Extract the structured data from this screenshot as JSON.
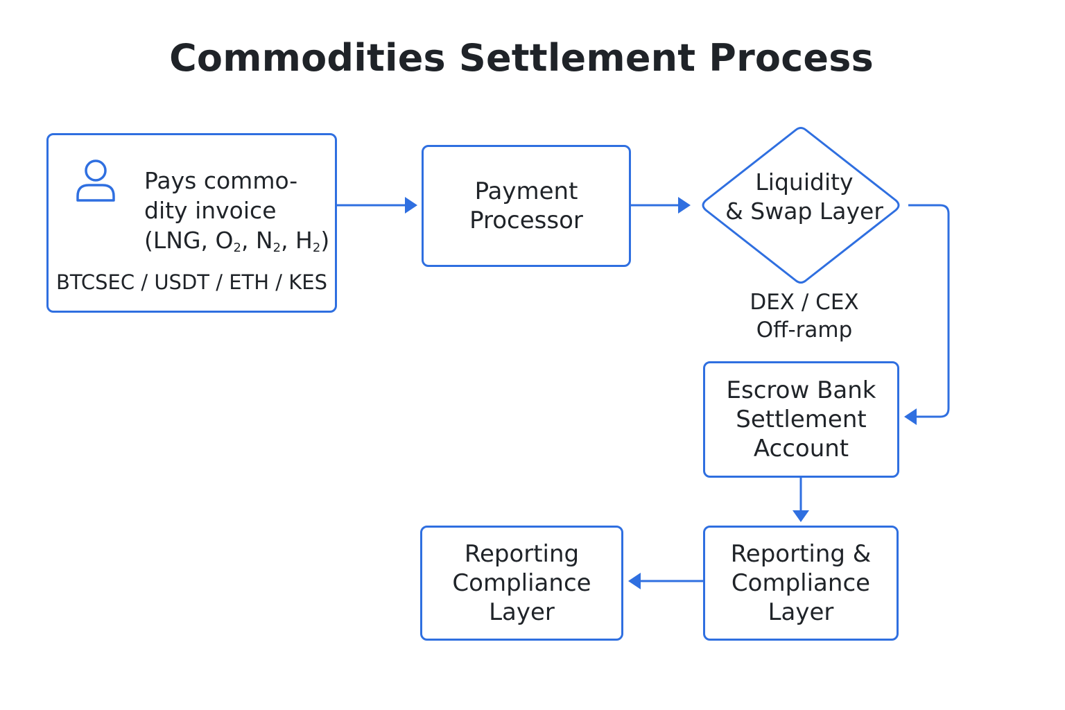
{
  "title": "Commodities Settlement Process",
  "colors": {
    "accent": "#2f6fe0",
    "text": "#1f2328",
    "background": "#ffffff"
  },
  "nodes": {
    "customer": {
      "icon": "user-icon",
      "line1": "Pays commo-",
      "line2": "dity invoice",
      "commodities": {
        "open": "(LNG, O",
        "o2_sub": "2",
        "sep1": ", N",
        "n2_sub": "2",
        "sep2": ", H",
        "h2_sub": "2",
        "close": ")"
      },
      "currencies": "BTCSEC / USDT / ETH / KES"
    },
    "processor": {
      "line1": "Payment",
      "line2": "Processor"
    },
    "liquidity": {
      "line1": "Liquidity",
      "line2": "& Swap Layer",
      "note_line1": "DEX / CEX",
      "note_line2": "Off-ramp"
    },
    "escrow": {
      "line1": "Escrow Bank",
      "line2": "Settlement",
      "line3": "Account"
    },
    "reporting_right": {
      "line1": "Reporting &",
      "line2": "Compliance",
      "line3": "Layer"
    },
    "reporting_left": {
      "line1": "Reporting",
      "line2": "Compliance",
      "line3": "Layer"
    }
  }
}
